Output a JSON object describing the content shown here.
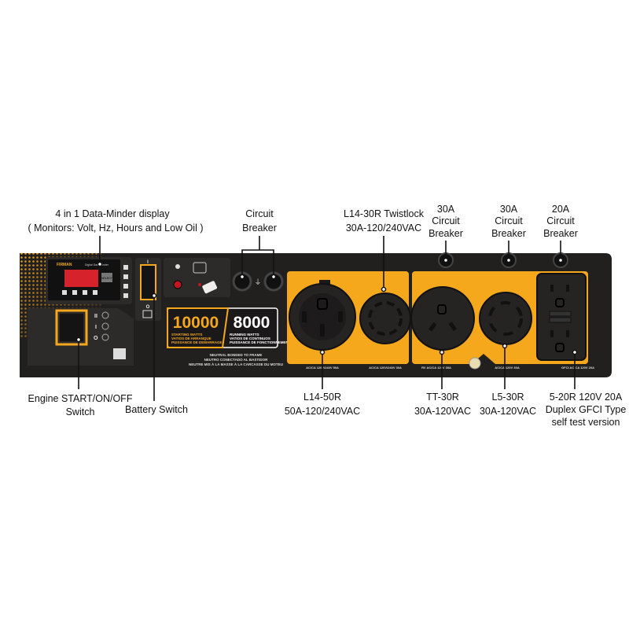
{
  "callouts": {
    "display": {
      "line1": "4 in 1 Data-Minder display",
      "line2": "( Monitors: Volt, Hz, Hours and Low Oil )"
    },
    "circuit_breaker_main": {
      "line1": "Circuit",
      "line2": "Breaker"
    },
    "l14_30r": {
      "line1": "L14-30R Twistlock",
      "line2": "30A-120/240VAC"
    },
    "breaker_30a_1": {
      "line1": "30A",
      "line2": "Circuit",
      "line3": "Breaker"
    },
    "breaker_30a_2": {
      "line1": "30A",
      "line2": "Circuit",
      "line3": "Breaker"
    },
    "breaker_20a": {
      "line1": "20A",
      "line2": "Circuit",
      "line3": "Breaker"
    },
    "engine_switch": {
      "line1": "Engine START/ON/OFF",
      "line2": "Switch"
    },
    "battery_switch": {
      "line1": "Battery Switch"
    },
    "l14_50r": {
      "line1": "L14-50R",
      "line2": "50A-120/240VAC"
    },
    "tt_30r": {
      "line1": "TT-30R",
      "line2": "30A-120VAC"
    },
    "l5_30r": {
      "line1": "L5-30R",
      "line2": "30A-120VAC"
    },
    "gfci": {
      "line1": "5-20R 120V 20A",
      "line2": "Duplex GFCI Type",
      "line3": "self test version"
    }
  },
  "panel": {
    "brand": "FIRMAN",
    "display_subtitle": "Digital Data-Minder",
    "select_button": "SELECT",
    "starting_watts": "10000",
    "running_watts": "8000",
    "starting_label": [
      "STARTING WATTS",
      "VATIOS DE ARRANQUE",
      "PUISSANCE DE DEMARRAGE"
    ],
    "running_label": [
      "RUNNING WATTS",
      "VATIOS DE CONTINUOS",
      "PUISSANCE DE FONCTIONNEMENT"
    ],
    "neutral_notice": [
      "NEUTRAL BONDED TO FRAME",
      "NEUTRO CONECTADO AL BASTIDOR",
      "NEUTRE MIS À LA MASSE À LA CARCASSE DU MOTEU"
    ],
    "outlet_labels": [
      "AC/CA 120V/240V 50A",
      "AC/CA 120V/240V 30A",
      "RV AC/CA 120V 30A",
      "AC/CA 120V 30A",
      "GFCI AC/CA 120V 20A"
    ],
    "switch_marks": [
      "II",
      "I",
      "O"
    ],
    "battery_marks": [
      "I",
      "O"
    ]
  },
  "colors": {
    "panel": "#221f1f",
    "accent": "#f5a81c",
    "display_red": "#d6222a"
  }
}
